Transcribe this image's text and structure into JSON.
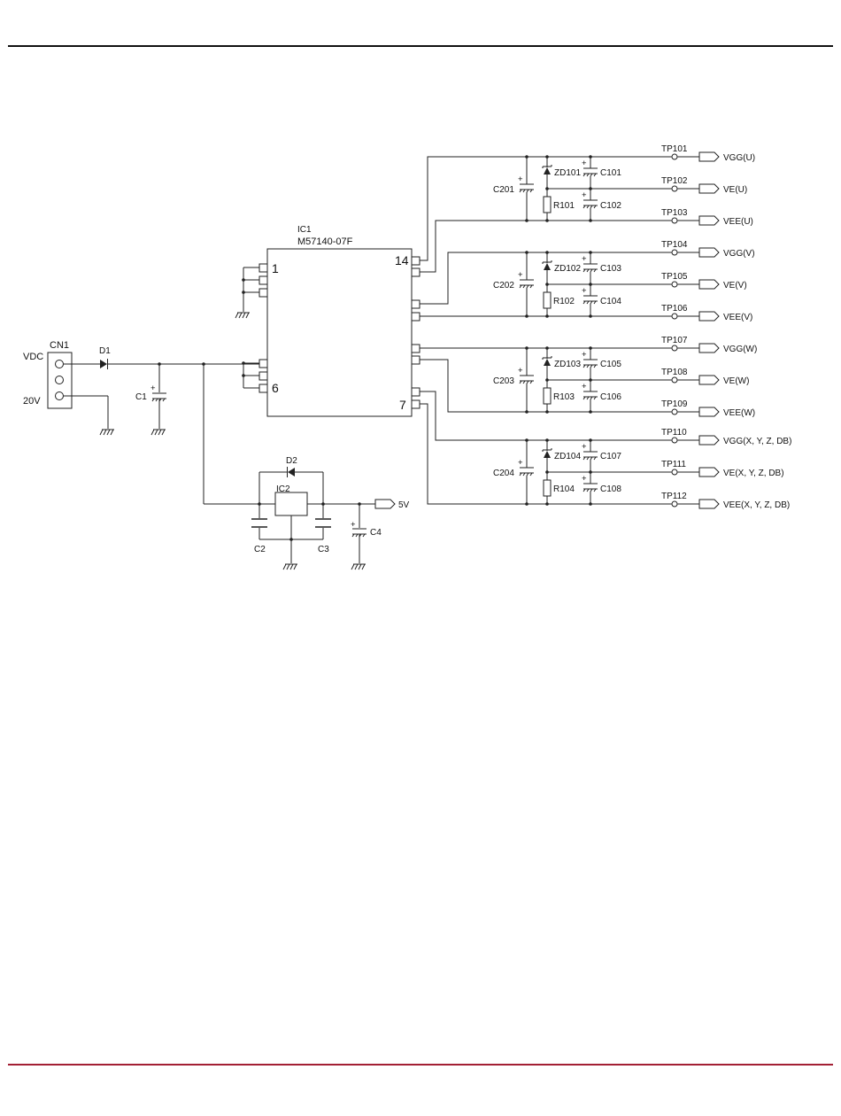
{
  "colors": {
    "top_rule": "#111111",
    "bottom_rule": "#a31f34",
    "wire": "#222222"
  },
  "ic1": {
    "ref": "IC1",
    "part": "M57140-07F",
    "pin_1": "1",
    "pin_6": "6",
    "pin_14": "14",
    "pin_7": "7"
  },
  "cn1": {
    "ref": "CN1",
    "vdc": "VDC",
    "v20": "20V"
  },
  "d1": "D1",
  "d2": "D2",
  "c1": "C1",
  "ic2": "IC2",
  "c2": "C2",
  "c3": "C3",
  "c4": "C4",
  "out5v": "5V",
  "channels": [
    {
      "cbulk": "C201",
      "zd": "ZD101",
      "r": "R101",
      "ca": "C101",
      "cb": "C102",
      "tp": [
        "TP101",
        "TP102",
        "TP103"
      ],
      "out": [
        "VGG(U)",
        "VE(U)",
        "VEE(U)"
      ]
    },
    {
      "cbulk": "C202",
      "zd": "ZD102",
      "r": "R102",
      "ca": "C103",
      "cb": "C104",
      "tp": [
        "TP104",
        "TP105",
        "TP106"
      ],
      "out": [
        "VGG(V)",
        "VE(V)",
        "VEE(V)"
      ]
    },
    {
      "cbulk": "C203",
      "zd": "ZD103",
      "r": "R103",
      "ca": "C105",
      "cb": "C106",
      "tp": [
        "TP107",
        "TP108",
        "TP109"
      ],
      "out": [
        "VGG(W)",
        "VE(W)",
        "VEE(W)"
      ]
    },
    {
      "cbulk": "C204",
      "zd": "ZD104",
      "r": "R104",
      "ca": "C107",
      "cb": "C108",
      "tp": [
        "TP110",
        "TP111",
        "TP112"
      ],
      "out": [
        "VGG(X, Y, Z, DB)",
        "VE(X, Y, Z, DB)",
        "VEE(X, Y, Z, DB)"
      ]
    }
  ]
}
